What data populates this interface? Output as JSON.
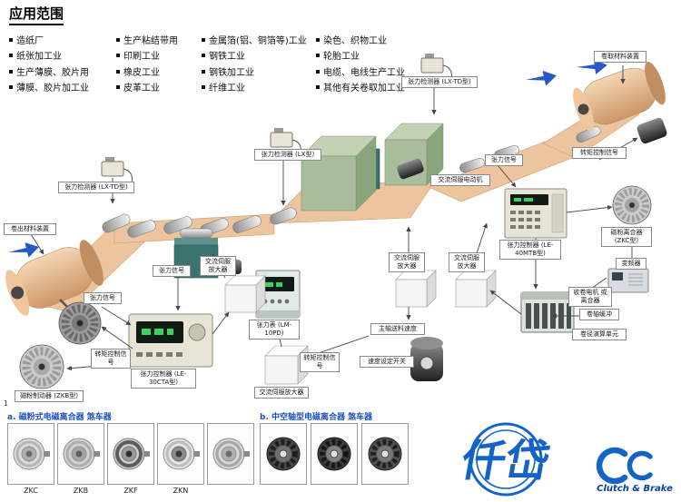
{
  "header": {
    "title": "应用范围"
  },
  "applications": {
    "columns": [
      {
        "items": [
          "造纸厂",
          "纸张加工业",
          "生产薄膜、胶片用",
          "薄膜、胶片加工业"
        ]
      },
      {
        "items": [
          "生产粘结带用",
          "印刷工业",
          "橡皮工业",
          "皮革工业"
        ]
      },
      {
        "items": [
          "金属箔(铝、铜箔等)工业",
          "钢铁工业",
          "钢铁加工业",
          "纤维工业"
        ]
      },
      {
        "items": [
          "染色、织物工业",
          "轮胎工业",
          "电缆、电线生产工业",
          "其他有关卷取加工业"
        ]
      }
    ]
  },
  "diagram": {
    "labels": [
      "张力检测器 (LX-TD型)",
      "张力检测器 (LX型)",
      "张力检测器 (LX-TD型)",
      "卷取材料装置",
      "卷出材料装置",
      "张力信号",
      "张力信号",
      "张力信号",
      "交流伺服电动机",
      "转矩控制信号",
      "磁粉离合器 (ZKC型)",
      "变频器",
      "张力控制器 (LE-40MTB型)",
      "交流伺服放大器",
      "交流伺服放大器",
      "收卷电机 或离合器",
      "卷轴缓冲",
      "卷径演算单元",
      "主轴送料速度",
      "速度设定开关",
      "转矩控制信号",
      "张力表 (LM-10PD)",
      "交流伺服放大器",
      "交流伺服放大器",
      "磁粉制动器 (ZKB型)",
      "转矩控制信号",
      "张力控制器 (LE-30CTA型)"
    ]
  },
  "products": {
    "marker": "1",
    "group_a": {
      "heading": "a. 磁粉式电磁离合器 煞车器",
      "labels": [
        "ZKC",
        "ZKB",
        "ZKF",
        "ZKN",
        ""
      ]
    },
    "group_b": {
      "heading": "b. 中空轴型电磁离合器 煞车器",
      "labels": [
        "",
        "",
        ""
      ]
    }
  },
  "branding": {
    "logo_text": "仟岱",
    "caption": "Clutch & Brake"
  },
  "colors": {
    "accent_blue": "#2a57c6",
    "logo_blue": "#1464c8",
    "belt_peach": "#ecc49d",
    "machine_teal": "#3c7370",
    "block_green": "#a9bc9c"
  }
}
